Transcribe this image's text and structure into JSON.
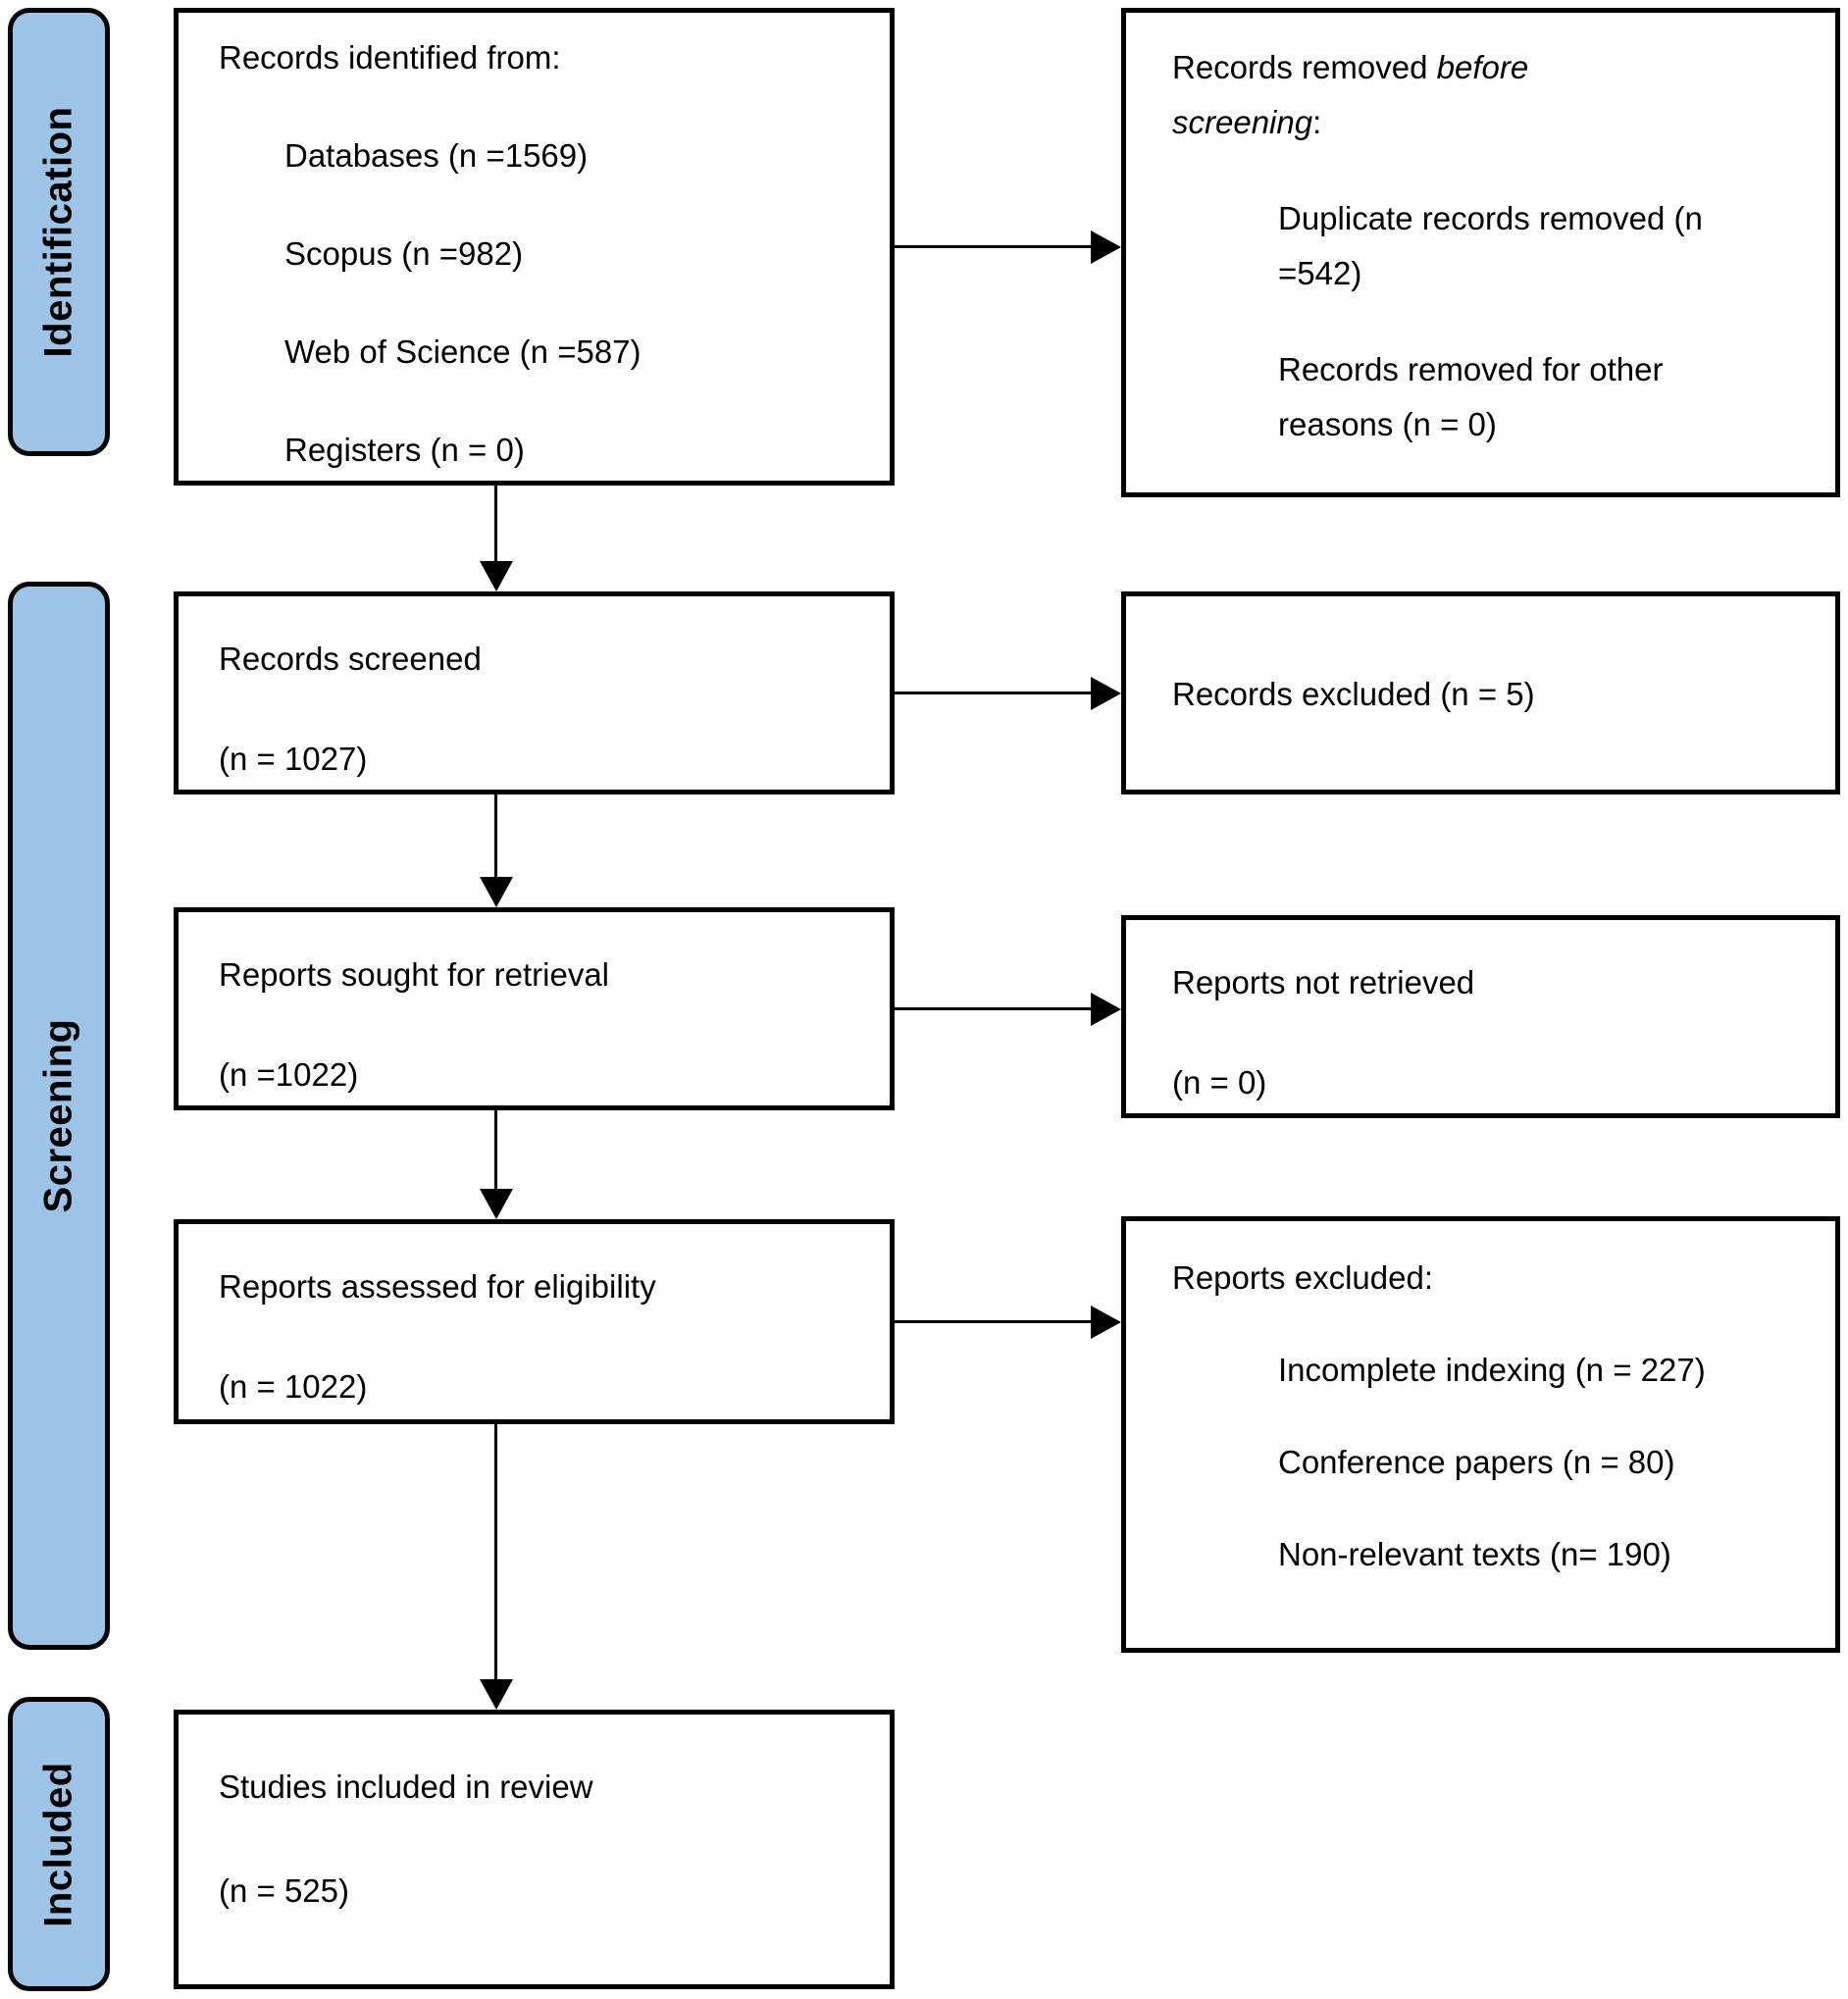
{
  "diagram": {
    "type": "prisma-flow",
    "colors": {
      "stage_fill": "#9DC3E6",
      "border": "#000000",
      "box_fill": "#FFFFFF",
      "text": "#000000"
    },
    "stages": [
      {
        "label": "Identification"
      },
      {
        "label": "Screening"
      },
      {
        "label": "Included"
      }
    ],
    "boxes": {
      "identified": {
        "title": "Records identified from:",
        "items": [
          "Databases (n =1569)",
          "Scopus (n =982)",
          "Web of Science (n =587)",
          "Registers (n = 0)"
        ]
      },
      "removed_before_screening": {
        "title_prefix": "Records removed ",
        "title_emphasis": "before screening",
        "title_suffix": ":",
        "items": [
          "Duplicate records removed (n =542)",
          "Records removed for other reasons (n = 0)"
        ]
      },
      "screened": {
        "lines": [
          "Records screened",
          "(n = 1027)"
        ]
      },
      "records_excluded": {
        "lines": [
          "Records excluded (n = 5)"
        ]
      },
      "sought": {
        "lines": [
          "Reports sought for retrieval",
          "(n =1022)"
        ]
      },
      "not_retrieved": {
        "lines": [
          "Reports not retrieved",
          "(n = 0)"
        ]
      },
      "assessed": {
        "lines": [
          "Reports assessed for eligibility",
          "(n = 1022)"
        ]
      },
      "reports_excluded": {
        "title": "Reports excluded:",
        "items": [
          "Incomplete indexing (n = 227)",
          "Conference papers (n = 80)",
          "Non-relevant texts (n= 190)"
        ]
      },
      "included_in_review": {
        "lines": [
          "Studies included in review",
          "(n = 525)"
        ]
      }
    }
  }
}
